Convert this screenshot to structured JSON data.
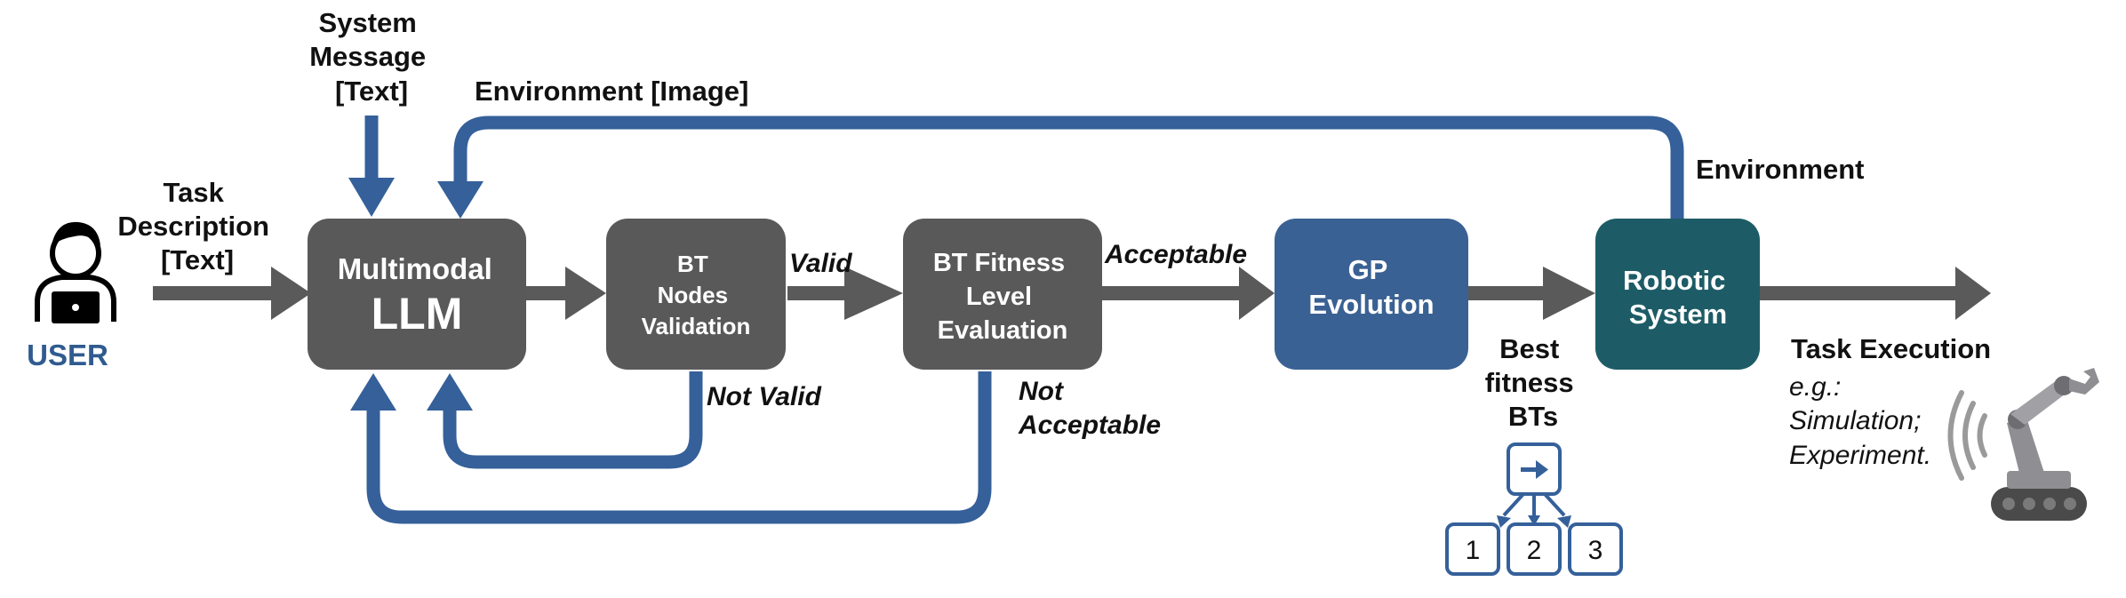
{
  "colors": {
    "dark_box": "#595959",
    "blue_box": "#3a6193",
    "teal_box": "#1d5c66",
    "blue_arrow": "#35609a",
    "grey_arrow": "#5a5a5a",
    "user_text": "#2f5b8f"
  },
  "user": {
    "label": "USER",
    "icon": "user-laptop-icon"
  },
  "inputs": {
    "system_message": [
      "System",
      "Message",
      "[Text]"
    ],
    "task_description": [
      "Task",
      "Description",
      "[Text]"
    ],
    "environment_image": "Environment [Image]"
  },
  "boxes": {
    "llm": [
      "Multimodal",
      "LLM"
    ],
    "validation": [
      "BT",
      "Nodes",
      "Validation"
    ],
    "fitness": [
      "BT Fitness",
      "Level",
      "Evaluation"
    ],
    "gp": [
      "GP",
      "Evolution"
    ],
    "robot": [
      "Robotic",
      "System"
    ]
  },
  "edge_labels": {
    "valid": "Valid",
    "not_valid": "Not Valid",
    "acceptable": "Acceptable",
    "not_acceptable": [
      "Not",
      "Acceptable"
    ],
    "environment": "Environment",
    "best_bts": [
      "Best",
      "fitness",
      "BTs"
    ]
  },
  "bt_tree": {
    "root_icon": "sequence-arrow-icon",
    "children": [
      "1",
      "2",
      "3"
    ]
  },
  "task_execution": {
    "title": "Task Execution",
    "notes": [
      "e.g.:",
      "Simulation;",
      "Experiment."
    ],
    "icon": "robot-arm-icon"
  }
}
